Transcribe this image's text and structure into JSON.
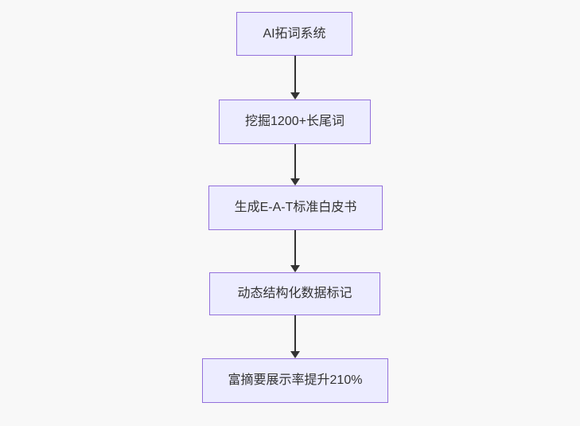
{
  "flowchart": {
    "type": "flowchart",
    "direction": "top-down",
    "nodes": [
      {
        "label": "AI拓词系统"
      },
      {
        "label": "挖掘1200+长尾词"
      },
      {
        "label": "生成E-A-T标准白皮书"
      },
      {
        "label": "动态结构化数据标记"
      },
      {
        "label": "富摘要展示率提升210%"
      }
    ],
    "edges": [
      {
        "from": 0,
        "to": 1,
        "style": "arrow-down"
      },
      {
        "from": 1,
        "to": 2,
        "style": "arrow-down"
      },
      {
        "from": 2,
        "to": 3,
        "style": "arrow-down"
      },
      {
        "from": 3,
        "to": 4,
        "style": "arrow-down"
      }
    ],
    "colors": {
      "node_fill": "#ECECFF",
      "node_border": "#9370DB",
      "edge_line": "#333333",
      "text": "#333333",
      "background": "#F8F8F8"
    }
  }
}
